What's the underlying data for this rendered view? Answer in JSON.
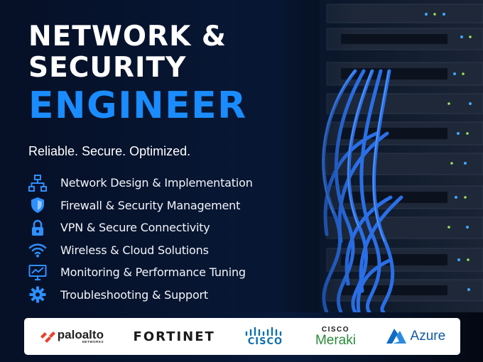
{
  "headline": {
    "line1": "NETWORK &",
    "line2": "SECURITY",
    "line3": "ENGINEER"
  },
  "tagline": "Reliable. Secure. Optimized.",
  "services": [
    {
      "icon": "network-topology-icon",
      "label": "Network Design & Implementation"
    },
    {
      "icon": "shield-icon",
      "label": "Firewall & Security Management"
    },
    {
      "icon": "lock-icon",
      "label": "VPN & Secure Connectivity"
    },
    {
      "icon": "wifi-icon",
      "label": "Wireless & Cloud Solutions"
    },
    {
      "icon": "monitor-chart-icon",
      "label": "Monitoring & Performance Tuning"
    },
    {
      "icon": "gear-icon",
      "label": "Troubleshooting & Support"
    }
  ],
  "partners": {
    "paloalto": {
      "name": "paloalto",
      "sub": "NETWORKS"
    },
    "fortinet": {
      "name": "FORTINET"
    },
    "cisco": {
      "name": "CISCO"
    },
    "meraki": {
      "top": "CISCO",
      "name": "Meraki"
    },
    "azure": {
      "name": "Azure"
    }
  },
  "colors": {
    "accent": "#1a8cff",
    "background": "#071632",
    "icon": "#2e8fff"
  }
}
